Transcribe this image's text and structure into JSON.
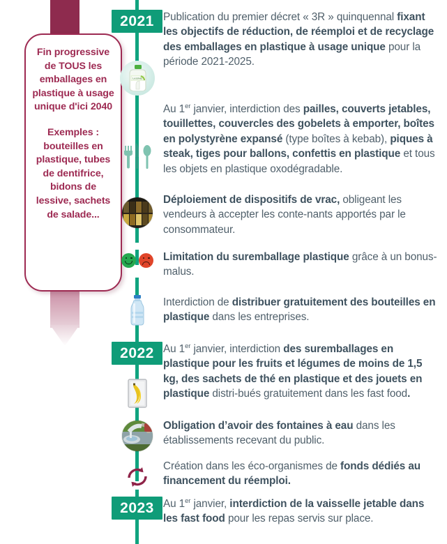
{
  "timeline": {
    "accent_green": "#10a37f",
    "badge_green": "#0f9c78",
    "text_color": "#50606b",
    "callout_color": "#9d2a52",
    "years": [
      {
        "label": "2021"
      },
      {
        "label": "2022"
      },
      {
        "label": "2023"
      }
    ],
    "entries": [
      {
        "id": "decret-3r",
        "icon": "detergent-bottle-icon",
        "year": "2021",
        "html": "Publication du premier décret « 3R » quinquennal <b>fixant les objectifs de réduction, de réemploi et de recyclage des emballages en plastique à usage unique</b> pour la période 2021-2025."
      },
      {
        "id": "interdiction-ustensiles",
        "icon": "plastic-cutlery-icon",
        "year": "2021",
        "html": "Au 1<sup>er</sup> janvier, interdiction des <b>pailles, couverts jetables, touillettes, couvercles des gobelets à emporter, boîtes en polystyrène expansé</b> (type boîtes à kebab), <b>piques à steak, tiges pour ballons, confettis en plastique</b> et tous les objets en plastique oxodégradable."
      },
      {
        "id": "dispositifs-vrac",
        "icon": "bulk-dispensers-icon",
        "year": "2021",
        "html": "<b>Déploiement de dispositifs de vrac,</b> obligeant les vendeurs à accepter les conte-nants apportés par le consommateur."
      },
      {
        "id": "suremballage-bonus-malus",
        "icon": "bonus-malus-smileys-icon",
        "year": "2021",
        "html": "<b>Limitation du suremballage plastique</b> grâce à un bonus-malus."
      },
      {
        "id": "bouteilles-entreprises",
        "icon": "water-bottle-icon",
        "year": "2021",
        "html": "Interdiction de <b>distribuer gratuitement des bouteilles en plastique</b> dans les entreprises."
      },
      {
        "id": "fruits-legumes",
        "icon": "packaged-banana-icon",
        "year": "2022",
        "html": "Au 1<sup>er</sup> janvier, interdiction <b>des suremballages en plastique pour les fruits et légumes de moins de 1,5 kg, des sachets de thé en plastique et des jouets en plastique</b> distri-bués gratuitement dans les fast food<b>.</b>"
      },
      {
        "id": "fontaines-a-eau",
        "icon": "water-fountain-icon",
        "year": "2022",
        "html": "<b>Obligation d’avoir des fontaines à eau</b> dans les établissements recevant du public."
      },
      {
        "id": "fonds-reemploi",
        "icon": "recycling-arrows-icon",
        "year": "2022",
        "html": "Création dans les éco-organismes de <b>fonds dédiés au financement du réemploi.</b>"
      },
      {
        "id": "vaisselle-fast-food",
        "icon": "plate-icon",
        "year": "2023",
        "html": "Au 1<sup>er</sup> janvier, <b>interdiction de la vaisselle jetable dans les fast food</b> pour les repas servis sur place."
      }
    ]
  },
  "callout": {
    "line1": "Fin progressive de TOUS les emballages en plastique à usage unique d'ici 2040",
    "line2": "Exemples : bouteilles en plastique, tubes de dentifrice, bidons de lessive, sachets de salade..."
  }
}
